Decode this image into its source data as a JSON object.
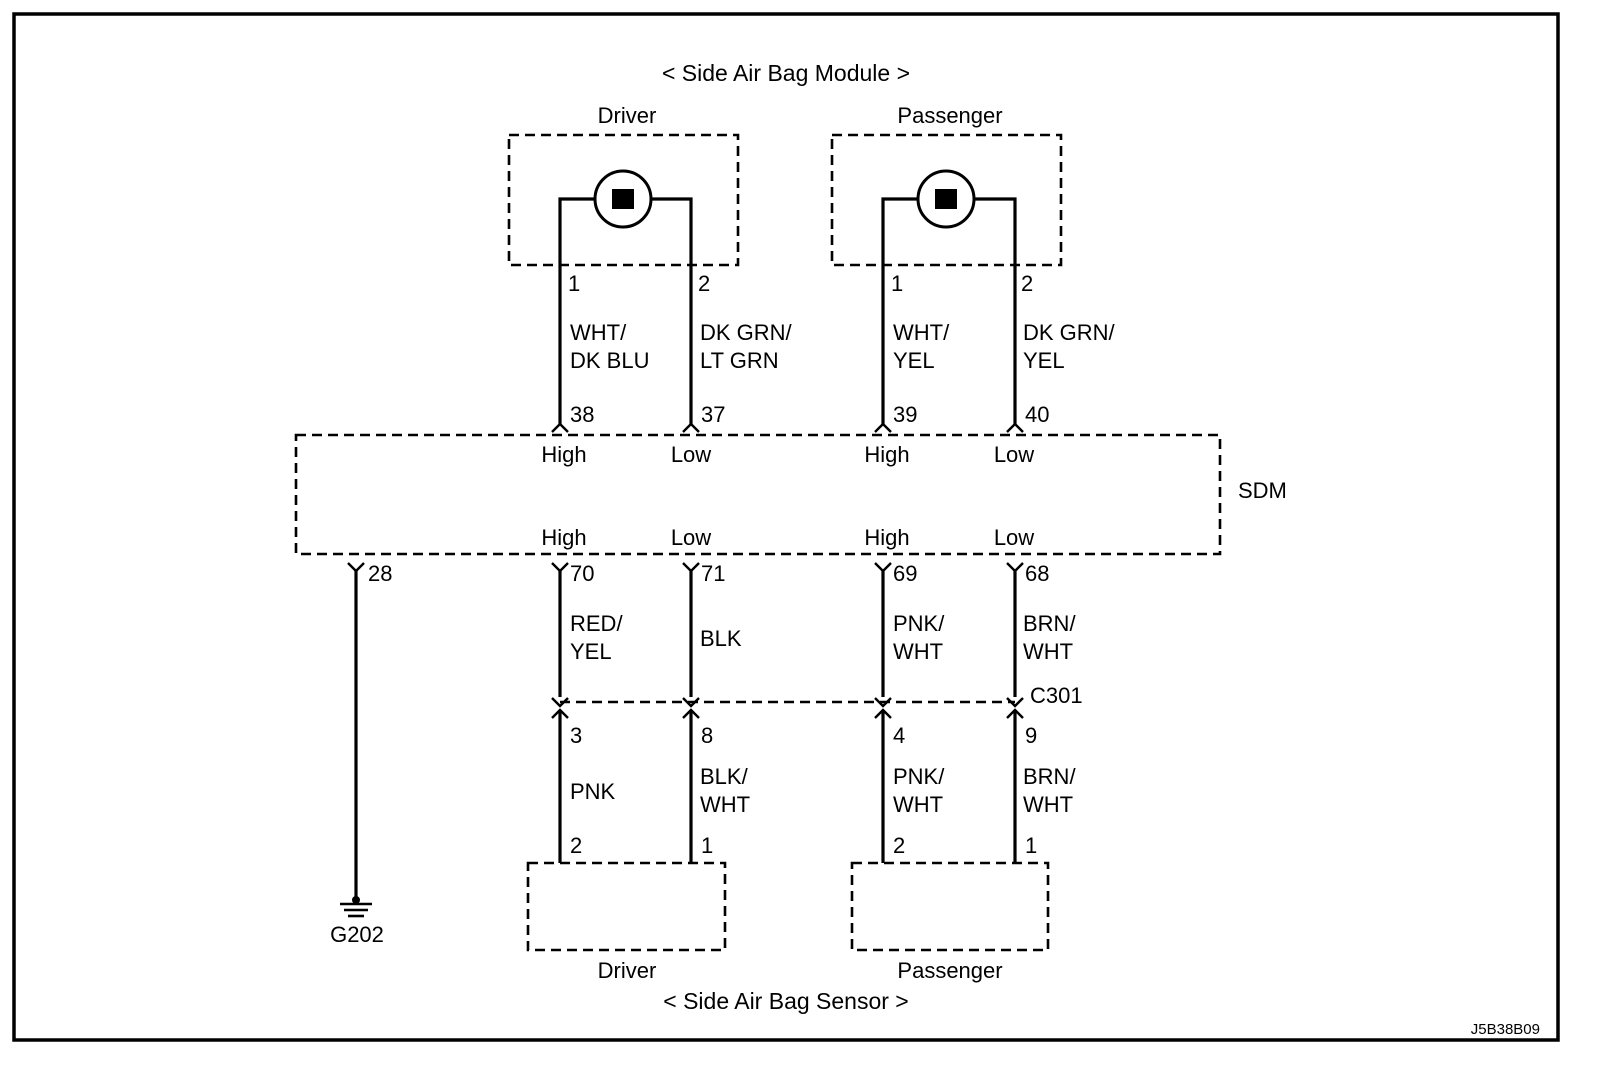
{
  "diagram": {
    "top_title": "< Side Air Bag Module >",
    "bottom_title": "< Side Air Bag Sensor >",
    "figure_code": "J5B38B09",
    "module_driver": "Driver",
    "module_passenger": "Passenger",
    "sensor_driver": "Driver",
    "sensor_passenger": "Passenger",
    "sdm": {
      "name": "SDM",
      "top_labels": [
        "High",
        "Low",
        "High",
        "Low"
      ],
      "bottom_labels": [
        "High",
        "Low",
        "High",
        "Low"
      ]
    },
    "module_pins": [
      "1",
      "2",
      "1",
      "2"
    ],
    "top_wires": [
      {
        "l1": "WHT/",
        "l2": "DK BLU"
      },
      {
        "l1": "DK GRN/",
        "l2": "LT GRN"
      },
      {
        "l1": "WHT/",
        "l2": "YEL"
      },
      {
        "l1": "DK GRN/",
        "l2": "YEL"
      }
    ],
    "sdm_top_pins": [
      "38",
      "37",
      "39",
      "40"
    ],
    "sdm_bottom_pins": [
      "28",
      "70",
      "71",
      "69",
      "68"
    ],
    "mid_wires": [
      {
        "l1": "RED/",
        "l2": "YEL"
      },
      {
        "l1": "BLK",
        "l2": ""
      },
      {
        "l1": "PNK/",
        "l2": "WHT"
      },
      {
        "l1": "BRN/",
        "l2": "WHT"
      }
    ],
    "connector": "C301",
    "connector_pins": [
      "3",
      "8",
      "4",
      "9"
    ],
    "lower_wires": [
      {
        "l1": "PNK",
        "l2": ""
      },
      {
        "l1": "BLK/",
        "l2": "WHT"
      },
      {
        "l1": "PNK/",
        "l2": "WHT"
      },
      {
        "l1": "BRN/",
        "l2": "WHT"
      }
    ],
    "sensor_pins": [
      "2",
      "1",
      "2",
      "1"
    ],
    "ground": "G202"
  }
}
